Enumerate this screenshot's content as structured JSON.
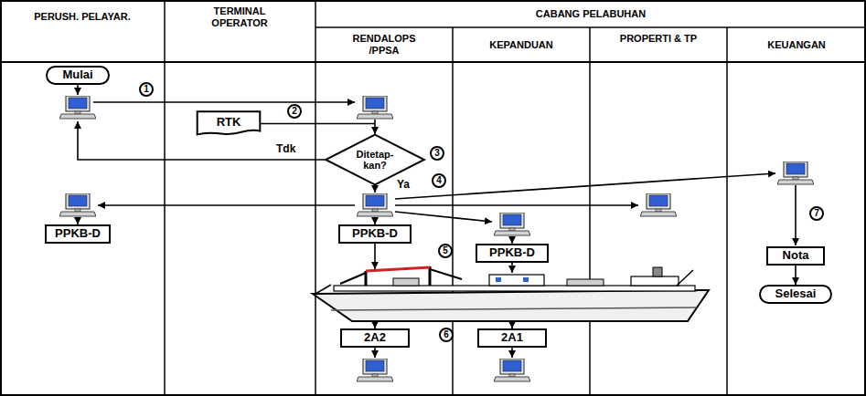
{
  "diagram": {
    "nodes": [
      {
        "text": [
          "Mulai"
        ]
      },
      {
        "text": [
          "RTK"
        ]
      },
      {
        "text": [
          "Ditetap- kan?"
        ]
      },
      {
        "text": [
          "PPKB-D"
        ]
      },
      {
        "text": [
          "PPKB-D"
        ]
      },
      {
        "text": [
          "PPKB-D"
        ]
      },
      {
        "text": [
          "Nota"
        ]
      },
      {
        "text": [
          "Selesai"
        ]
      },
      {
        "text": [
          "2A2"
        ]
      },
      {
        "text": [
          "2A1"
        ]
      }
    ],
    "edges": [
      {
        "from": 1,
        "to": 2,
        "arrow": "to"
      },
      {
        "from": 6,
        "to": 7,
        "arrow": "to"
      }
    ],
    "labels": [
      "PERUSH. PELAYAR.",
      "TERMINAL OPERATOR",
      "CABANG PELABUHAN",
      "RENDALOPS /PPSA",
      "KEPANDUAN",
      "PROPERTI & TP",
      "KEUANGAN",
      "1",
      "2",
      "Tdk",
      "3",
      "Ya",
      "4",
      "5",
      "6",
      "7"
    ]
  }
}
